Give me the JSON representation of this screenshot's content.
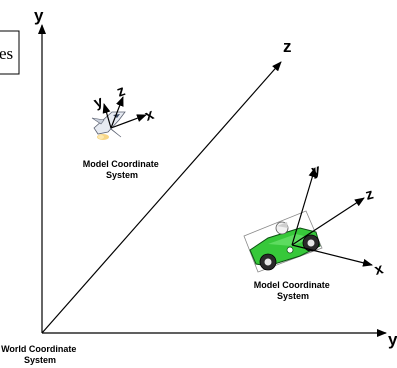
{
  "world": {
    "axes": {
      "y": "y",
      "z": "z",
      "x": "y"
    },
    "caption": [
      "World Coordinate",
      "System"
    ]
  },
  "cropped_box": {
    "text": "es"
  },
  "airplane": {
    "icon": "airplane-icon",
    "axes": {
      "y": "y",
      "z": "z",
      "x": "x"
    },
    "caption": [
      "Model Coordinate",
      "System"
    ]
  },
  "car": {
    "icon": "car-icon",
    "axes": {
      "y": "y",
      "z": "z",
      "x": "x"
    },
    "caption": [
      "Model Coordinate",
      "System"
    ]
  }
}
